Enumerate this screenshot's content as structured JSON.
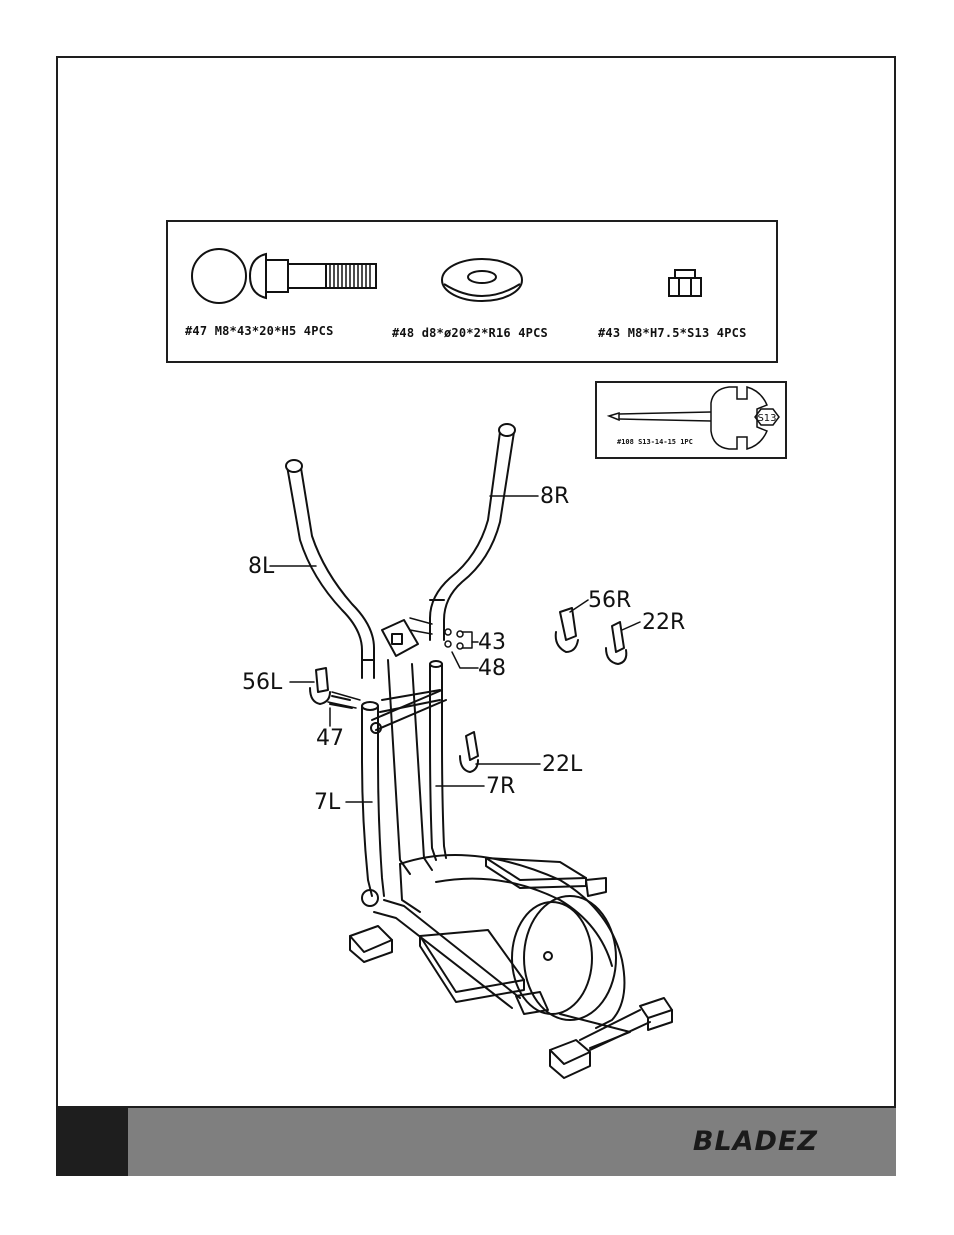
{
  "hardware": {
    "bolt_label": "#47 M8*43*20*H5 4PCS",
    "washer_label": "#48 d8*ø20*2*R16 4PCS",
    "nut_label": "#43 M8*H7.5*S13 4PCS"
  },
  "tool": {
    "label": "#108 S13-14-15 1PC",
    "size_mark": "S13"
  },
  "callouts": {
    "c_8r": "8R",
    "c_8l": "8L",
    "c_56r": "56R",
    "c_22r": "22R",
    "c_43": "43",
    "c_48": "48",
    "c_56l": "56L",
    "c_47": "47",
    "c_22l": "22L",
    "c_7r": "7R",
    "c_7l": "7L"
  },
  "footer": {
    "brand": "BLADEZ"
  }
}
